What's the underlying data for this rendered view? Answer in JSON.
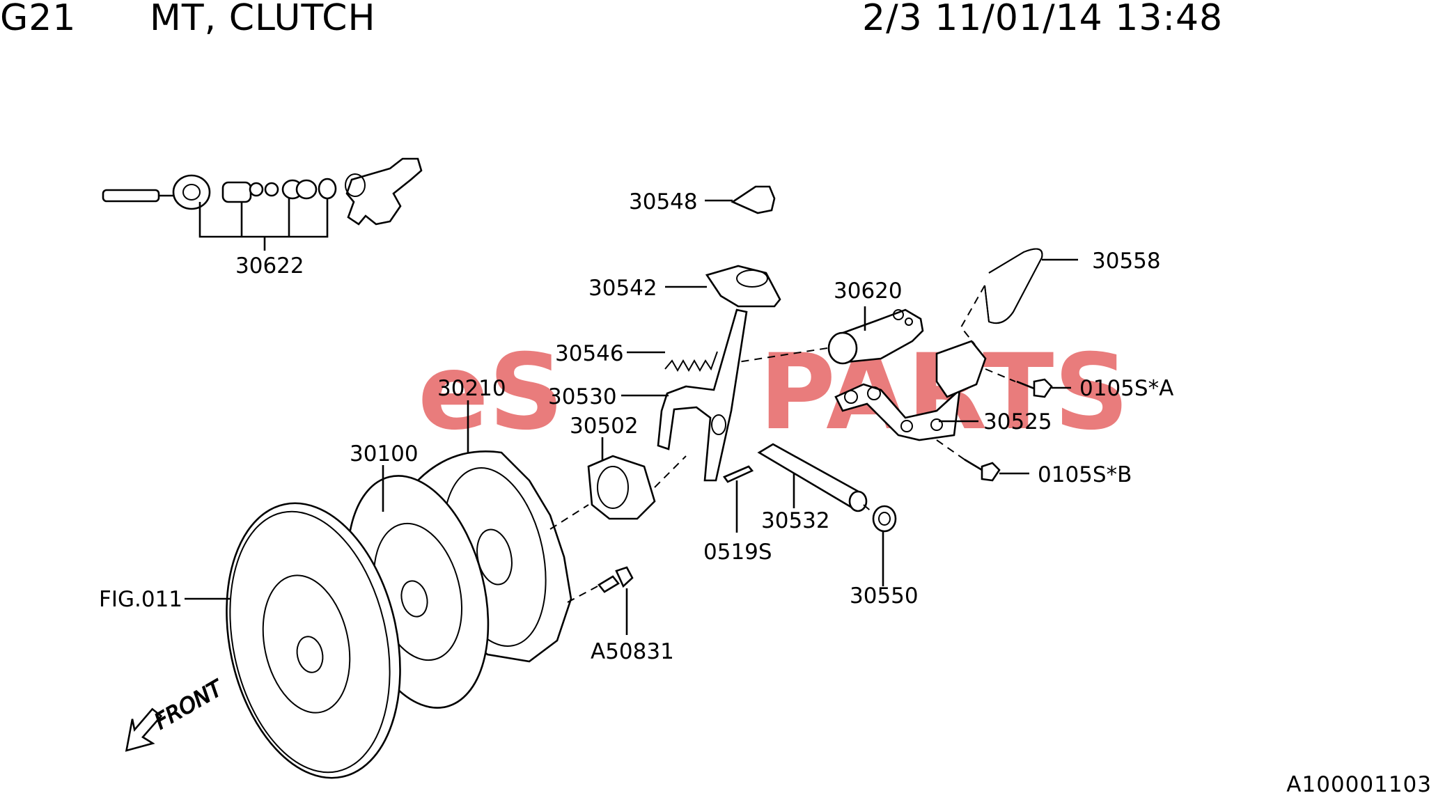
{
  "header": {
    "code": "G21",
    "title": "MT, CLUTCH",
    "meta": "2/3 11/01/14 13:48"
  },
  "watermark": {
    "prefix": "eS",
    "suffix": "PARTS",
    "color": "#e04a4a"
  },
  "callouts": [
    "30622",
    "30548",
    "30558",
    "30542",
    "30620",
    "30546",
    "0105S*A",
    "30530",
    "30210",
    "30502",
    "30525",
    "30100",
    "0105S*B",
    "30532",
    "0519S",
    "FIG.011",
    "30550",
    "A50831"
  ],
  "front_marker": "FRONT",
  "footer": {
    "drawing_id": "A100001103"
  }
}
